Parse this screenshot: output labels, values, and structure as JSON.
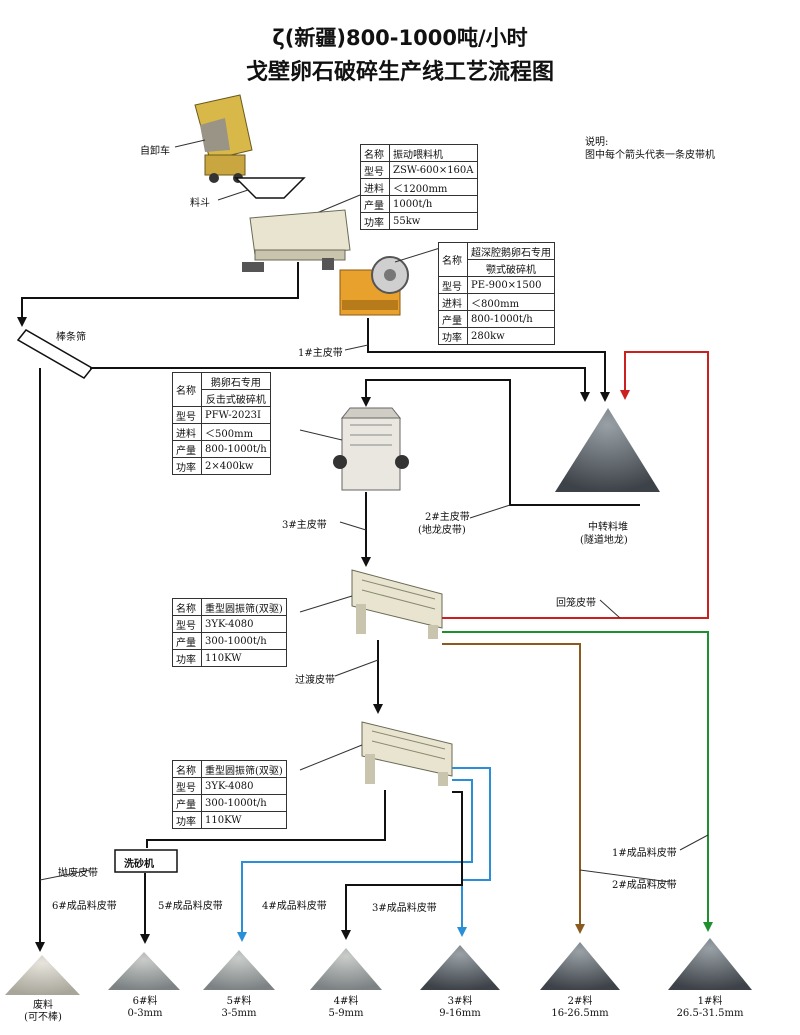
{
  "title": {
    "line1": "ζ(新疆)800-1000吨/小时",
    "line2": "戈壁卵石破碎生产线工艺流程图"
  },
  "note": {
    "line1": "说明:",
    "line2": "图中每个箭头代表一条皮带机"
  },
  "labels": {
    "truck": "自卸车",
    "hopper": "料斗",
    "grizzly": "棒条筛",
    "belt1": "1#主皮带",
    "belt2": "2#主皮带",
    "belt2b": "(地龙皮带)",
    "belt3": "3#主皮带",
    "stockpile": "中转料堆",
    "stockpile_b": "(隧道地龙)",
    "return_belt": "回笼皮带",
    "transition_belt": "过渡皮带",
    "sand_washer": "洗砂机",
    "waste_belt": "抛废皮带",
    "pb6": "6#成品料皮带",
    "pb5": "5#成品料皮带",
    "pb4": "4#成品料皮带",
    "pb3": "3#成品料皮带",
    "pb1": "1#成品料皮带",
    "pb2": "2#成品料皮带"
  },
  "feeder": [
    [
      "名称",
      "振动喂料机"
    ],
    [
      "型号",
      "ZSW-600×160A"
    ],
    [
      "进料",
      "＜1200mm"
    ],
    [
      "产量",
      "1000t/h"
    ],
    [
      "功率",
      "55kw"
    ]
  ],
  "jaw": {
    "name_key": "名称",
    "name1": "超深腔鹅卵石专用",
    "name2": "颚式破碎机",
    "rows": [
      [
        "型号",
        "PE-900×1500"
      ],
      [
        "进料",
        "＜800mm"
      ],
      [
        "产量",
        "800-1000t/h"
      ],
      [
        "功率",
        "280kw"
      ]
    ]
  },
  "impact": {
    "name_key": "名称",
    "name1": "鹅卵石专用",
    "name2": "反击式破碎机",
    "rows": [
      [
        "型号",
        "PFW-2023I"
      ],
      [
        "进料",
        "＜500mm"
      ],
      [
        "产量",
        "800-1000t/h"
      ],
      [
        "功率",
        "2×400kw"
      ]
    ]
  },
  "screen1": [
    [
      "名称",
      "重型圆振筛(双驱)"
    ],
    [
      "型号",
      "3YK-4080"
    ],
    [
      "产量",
      "300-1000t/h"
    ],
    [
      "功率",
      "110KW"
    ]
  ],
  "screen2": [
    [
      "名称",
      "重型圆振筛(双驱)"
    ],
    [
      "型号",
      "3YK-4080"
    ],
    [
      "产量",
      "300-1000t/h"
    ],
    [
      "功率",
      "110KW"
    ]
  ],
  "piles": [
    {
      "name": "废料",
      "size": "(可不棒)"
    },
    {
      "name": "6#料",
      "size": "0-3mm"
    },
    {
      "name": "5#料",
      "size": "3-5mm"
    },
    {
      "name": "4#料",
      "size": "5-9mm"
    },
    {
      "name": "3#料",
      "size": "9-16mm"
    },
    {
      "name": "2#料",
      "size": "16-26.5mm"
    },
    {
      "name": "1#料",
      "size": "26.5-31.5mm"
    }
  ],
  "colors": {
    "black": "#111111",
    "red": "#cc1f1f",
    "green": "#1f8f2f",
    "brown": "#8a5a1e",
    "blue": "#2a8fd6",
    "hopper": "#c9a640",
    "machine": "#e8e4cf",
    "orange": "#e9a12e",
    "stone": "#6d7378"
  }
}
